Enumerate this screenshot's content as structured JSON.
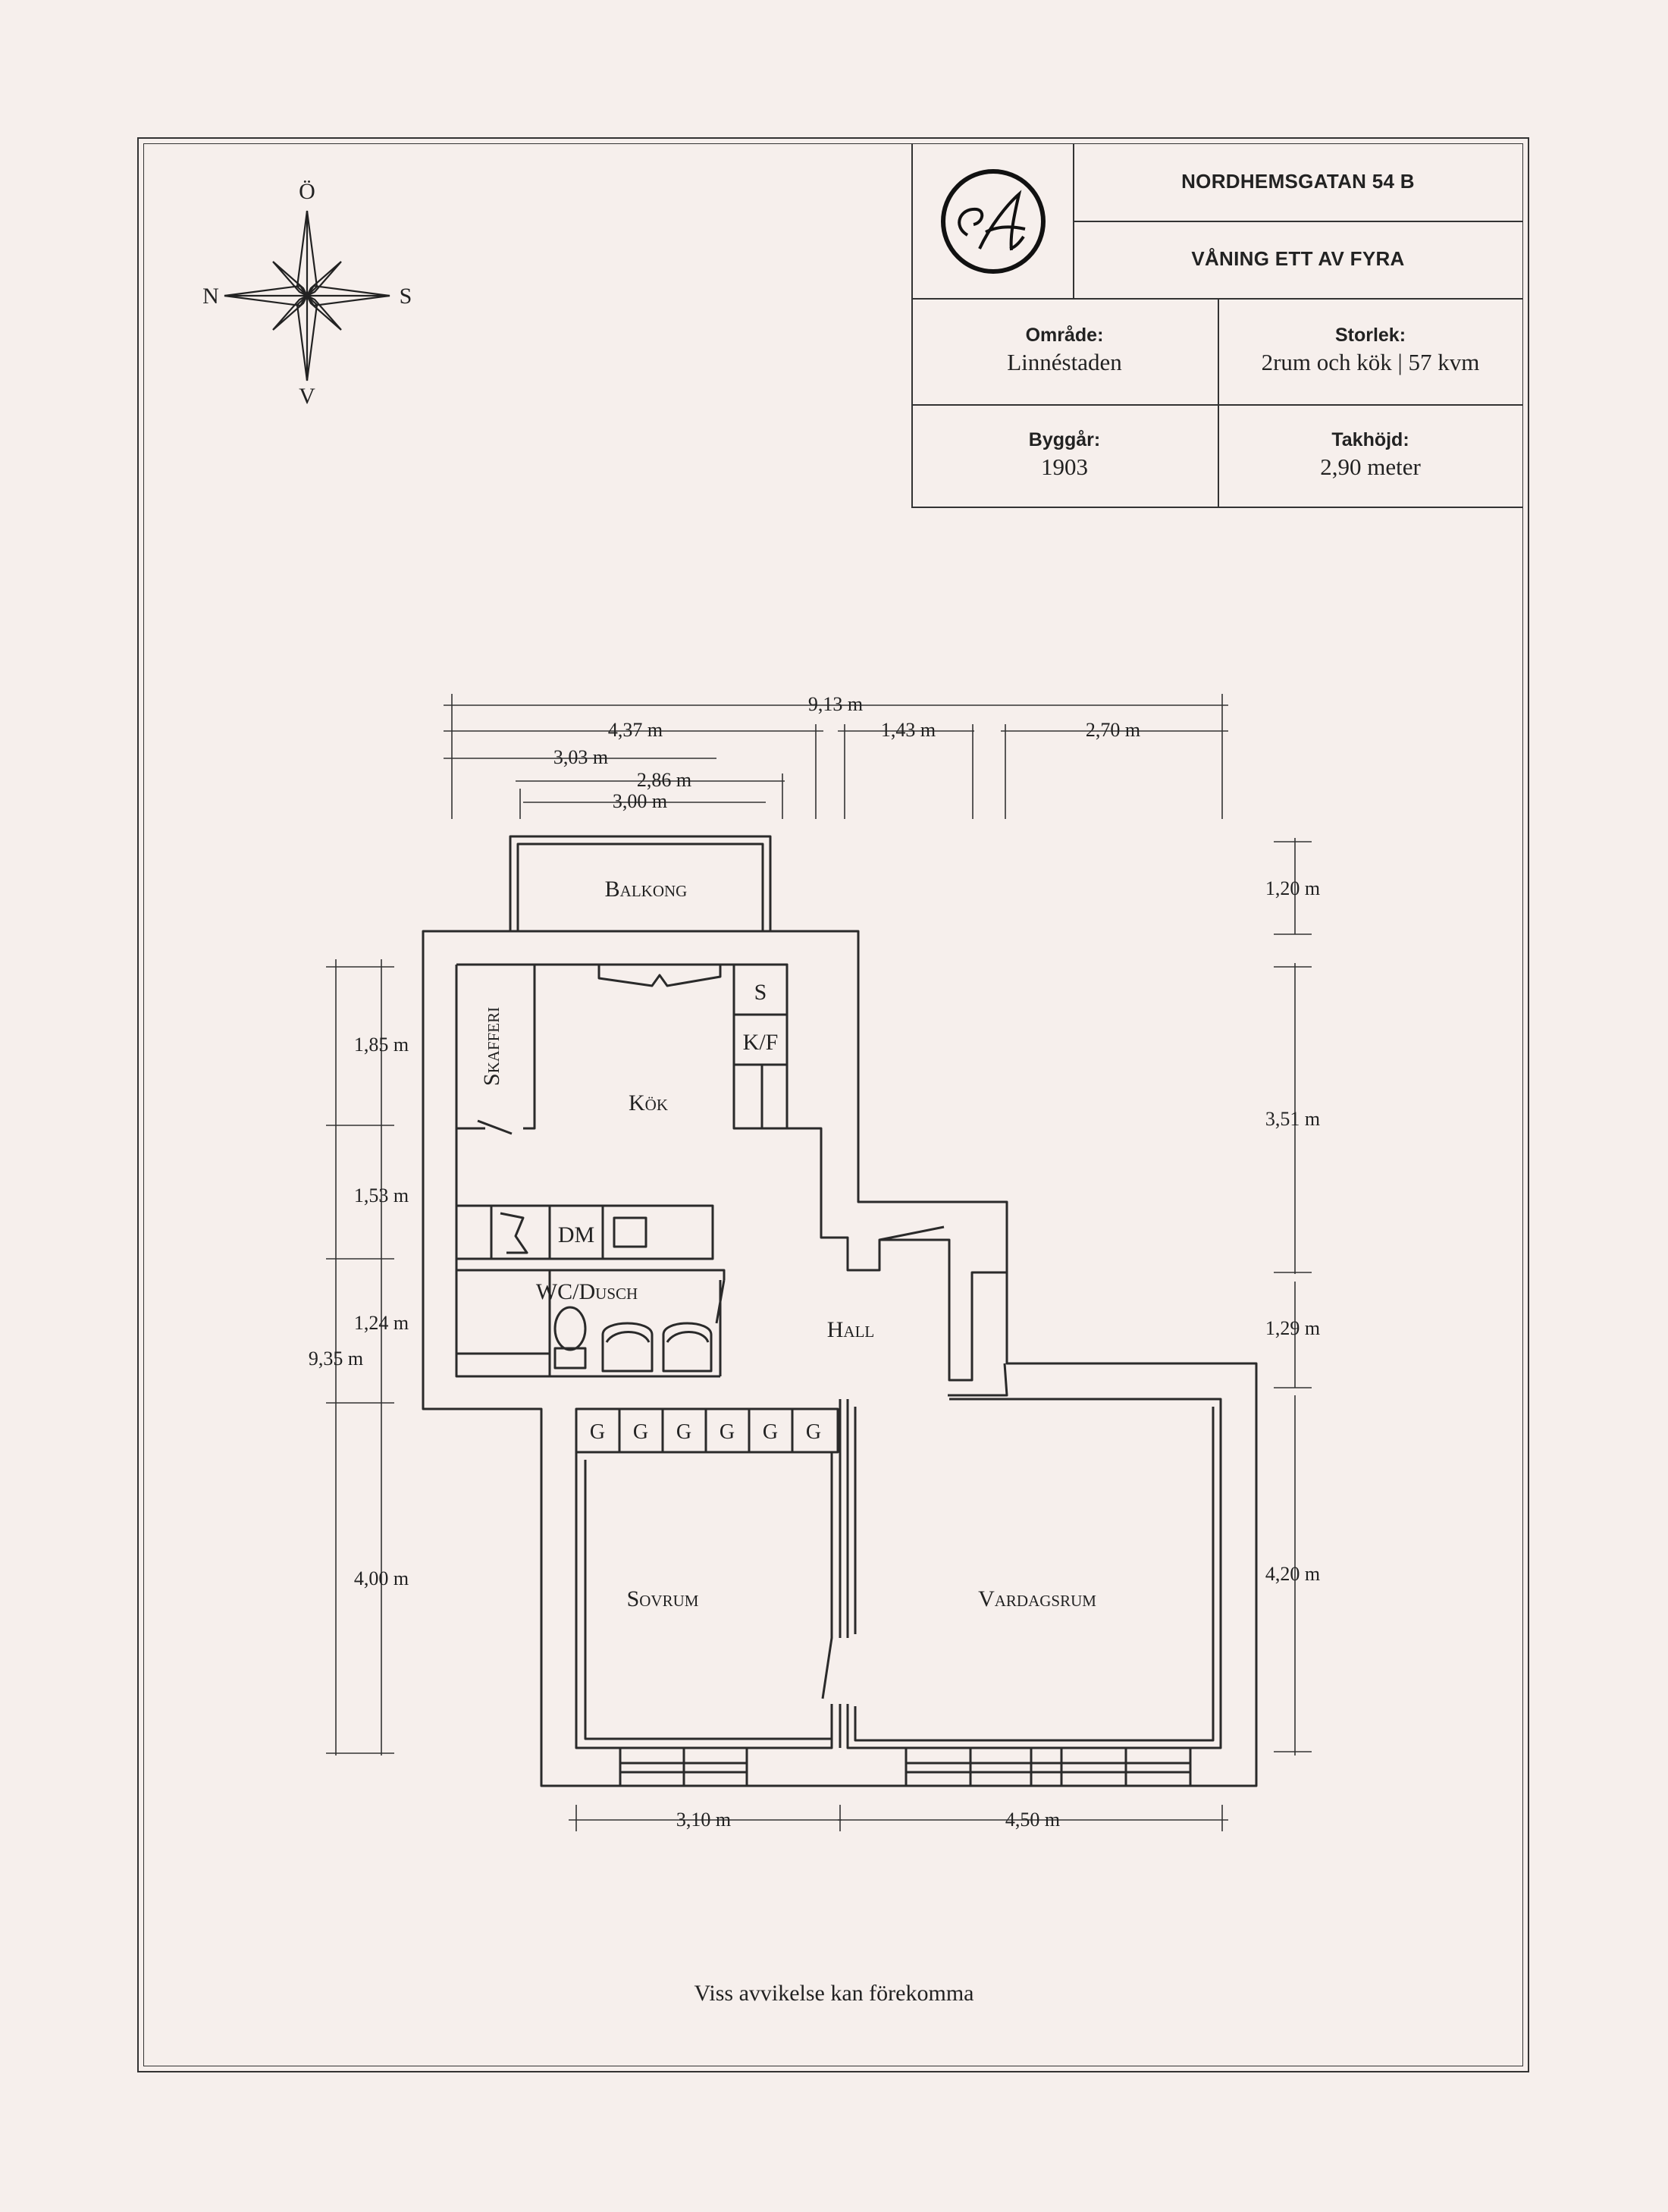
{
  "header": {
    "address": "NORDHEMSGATAN 54 B",
    "floor": "VÅNING ETT AV FYRA"
  },
  "info": {
    "area_label": "Område:",
    "area_value": "Linnéstaden",
    "size_label": "Storlek:",
    "size_value": "2rum och kök | 57 kvm",
    "year_label": "Byggår:",
    "year_value": "1903",
    "height_label": "Takhöjd:",
    "height_value": "2,90 meter"
  },
  "compass": {
    "north": "N",
    "east": "Ö",
    "south": "S",
    "west": "V"
  },
  "rooms": {
    "balkong": "Balkong",
    "skafferi": "Skafferi",
    "kok": "Kök",
    "stove": "S",
    "fridge": "K/F",
    "dm": "DM",
    "wc": "WC/Dusch",
    "hall": "Hall",
    "sovrum": "Sovrum",
    "vardagsrum": "Vardagsrum",
    "closet": "G"
  },
  "dimensions": {
    "top_total": "9,13 m",
    "top_left": "4,37 m",
    "top_mid": "1,43 m",
    "top_right": "2,70 m",
    "balc_a": "3,03 m",
    "balc_b": "2,86 m",
    "balc_c": "3,00 m",
    "left_1": "1,85 m",
    "left_2": "1,53 m",
    "left_3": "1,24 m",
    "left_total": "9,35 m",
    "left_4": "4,00 m",
    "right_1": "1,20 m",
    "right_2": "3,51 m",
    "right_3": "1,29 m",
    "right_4": "4,20 m",
    "bottom_left": "3,10 m",
    "bottom_right": "4,50 m"
  },
  "footer": {
    "disclaimer": "Viss avvikelse kan förekomma"
  },
  "colors": {
    "background": "#f6efec",
    "ink": "#222222"
  }
}
